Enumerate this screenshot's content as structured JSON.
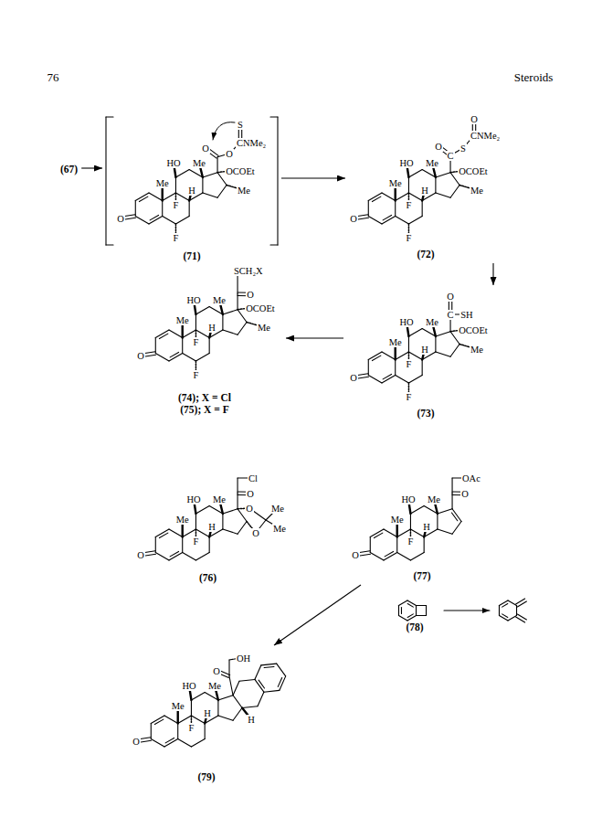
{
  "diagram": {
    "nodes": [
      {
        "text": [
          "(67)"
        ]
      },
      {
        "text": [
          "(71)"
        ]
      },
      {
        "text": [
          "(72)"
        ]
      },
      {
        "text": [
          "(73)"
        ]
      },
      {
        "text": [
          "(74); X = Cl",
          "(75); X = F"
        ]
      },
      {
        "text": [
          "(76)"
        ]
      },
      {
        "text": [
          "(77)"
        ]
      },
      {
        "text": [
          "(78)"
        ]
      },
      {
        "text": [
          "(79)"
        ]
      }
    ],
    "edges": [
      {
        "from": 0,
        "to": 1,
        "arrow": "to"
      },
      {
        "from": 1,
        "to": 2,
        "arrow": "to"
      },
      {
        "from": 2,
        "to": 3,
        "arrow": "to"
      },
      {
        "from": 3,
        "to": 4,
        "arrow": "to"
      },
      {
        "from": 6,
        "to": 8,
        "arrow": "to"
      }
    ],
    "labels": [
      "76",
      "Steroids",
      "S",
      "CNMe₂",
      "O",
      "O",
      "HO",
      "Me",
      "Me",
      "H",
      "F",
      "OCOEt",
      "Me",
      "O",
      "F",
      "O",
      "CNMe₂",
      "O",
      "S",
      "C",
      "HO",
      "Me",
      "Me",
      "H",
      "F",
      "OCOEt",
      "Me",
      "O",
      "F",
      "O",
      "C",
      "SH",
      "HO",
      "Me",
      "Me",
      "H",
      "F",
      "OCOEt",
      "Me",
      "O",
      "F",
      "SCH₂X",
      "O",
      "HO",
      "Me",
      "Me",
      "H",
      "F",
      "OCOEt",
      "Me",
      "O",
      "F",
      "Cl",
      "O",
      "HO",
      "Me",
      "Me",
      "H",
      "O",
      "O",
      "Me",
      "Me",
      "F",
      "O",
      "OAc",
      "O",
      "HO",
      "Me",
      "Me",
      "H",
      "F",
      "O",
      "OH",
      "O",
      "HO",
      "Me",
      "Me",
      "H",
      "F",
      "H",
      "O"
    ]
  }
}
